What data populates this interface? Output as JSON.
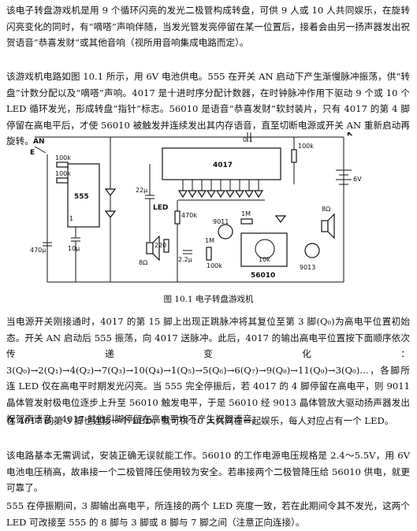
{
  "paragraphs": {
    "p1": "该电子转盘游戏机是用 9 个循环闪亮的发光二极管构成转盘，可供 9 人或 10 人共同娱乐，在旋转闪亮变化的同时，有“嘀嗒”声响伴随，当发光管发亮停留在某一位置后，接着会由另一扬声器发出祝贺语音“恭喜发财”或其他音响（视所用音响集成电路而定）。",
    "p2": "该游戏机电路如图 10.1 所示，用 6V 电池供电。555 在开关 AN 启动下产生渐慢脉冲振荡，供“转盘”计数分配以及“嘀嗒”声响。4017 是十进时序分配计数器，在时钟脉冲作用下驱动 9 个或 10 个 LED 循环发光，形成转盘“指针”标志。56010 是语音“恭喜发财”软封装片，只有 4017 的第 4 脚停留在高电平后，才使 56010 被触发并连续发出其内存语音，直至切断电源或开关 AN 重新启动再旋转。",
    "p3": "当电源开关刚接通时，4017 的第 15 脚上出现正跳脉冲将其复位至第 3 脚(Q₀)为高电平位置初始态。开关 AN 启动后 555 振荡，向 4017 送脉冲。此后，4017 的输出高电平位置按下面顺序依次传递变化：3(Q₀)→2(Q₁)→4(Q₂)→7(Q₃)→10(Q₄)→1(Q₅)→5(Q₆)→6(Q₇)→9(Q₈)→11(Q₉)→3(Q₀)…，各脚所连 LED 仅在高电平时期发光闪亮。当 555 完全停振后，若 4017 的 4 脚停留在高电平，则 9011 晶体管发射极电位逐步上升至 56010 触发电平，于是 56010 经 9013 晶体管放大驱动扬声器发出祝贺声语音。4017 其他引脚停留在高电平均不产生祝贺语音。",
    "p4": "在 4017 的第 3 脚也连接一个 LED，就可供 10 人共同在一起娱乐，每人对应占有一个 LED。",
    "p5": "该电路基本无需调试，安装正确无误就能工作。56010 的工作电源电压规格是 2.4～5.5V，用 6V 电池电压稍高，故串接一个二极管降压使用较为安全。若串接两个二极管降压给 56010 供电，就更可靠了。",
    "p6": "555 在停振期间，3 脚输出高电平，所连接的两个 LED 亮度一致，若在此期间令其不发光，这两个 LED 可改接至 555 的 8 脚与 3 脚或 8 脚与 7 脚之间（注意正向连接）。"
  },
  "figure": {
    "caption": "图 10.1    电子转盘游戏机",
    "labels": {
      "an": "AN",
      "e": "E",
      "r100k_1": "100k",
      "r100k_2": "100k",
      "r100k_3": "100k",
      "r100k_4": "100k",
      "ic555": "555",
      "ic4017": "4017",
      "ic56010": "56010",
      "c01": "0.1",
      "c470u": "470μ",
      "c10u": "10μ",
      "c22u": "22μ",
      "c22u_2": "2.2μ",
      "r220": "220",
      "r470k": "470k",
      "r1m_1": "1M",
      "r1m_2": "1M",
      "r10k": "10k",
      "r8ohm_1": "8Ω",
      "r8ohm_2": "8Ω",
      "q9011": "9011",
      "q9013": "9013",
      "led": "LED",
      "k": "K",
      "v6": "6V",
      "pin1": "1"
    }
  }
}
